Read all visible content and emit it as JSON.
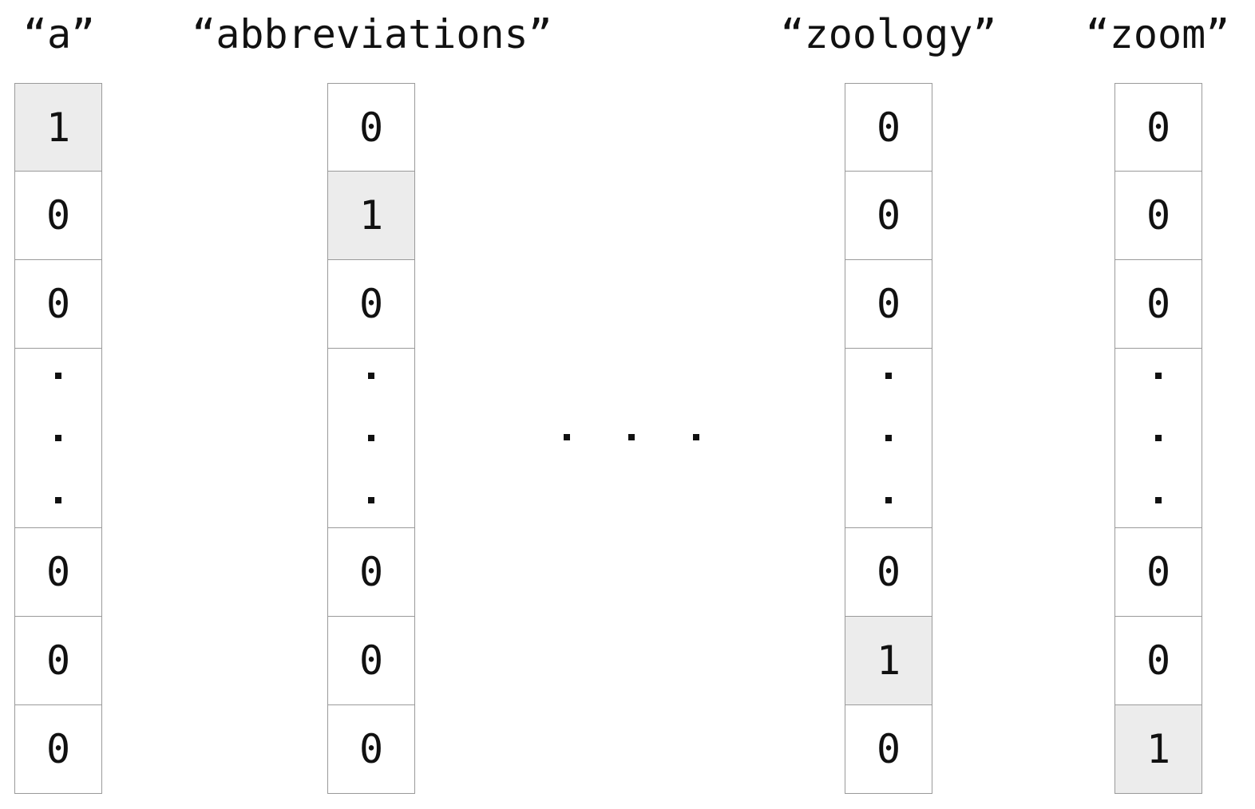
{
  "vectors": [
    {
      "word": "“a”",
      "cells": [
        "1",
        "0",
        "0",
        "...",
        "0",
        "0",
        "0"
      ],
      "hot_index": 0
    },
    {
      "word": "“abbreviations”",
      "cells": [
        "0",
        "1",
        "0",
        "...",
        "0",
        "0",
        "0"
      ],
      "hot_index": 1
    },
    {
      "word": "“zoology”",
      "cells": [
        "0",
        "0",
        "0",
        "...",
        "0",
        "1",
        "0"
      ],
      "hot_index": 5
    },
    {
      "word": "“zoom”",
      "cells": [
        "0",
        "0",
        "0",
        "...",
        "0",
        "0",
        "1"
      ],
      "hot_index": 6
    }
  ],
  "colors": {
    "highlight": "#ececec",
    "border": "#9a9a9a",
    "text": "#111111"
  }
}
